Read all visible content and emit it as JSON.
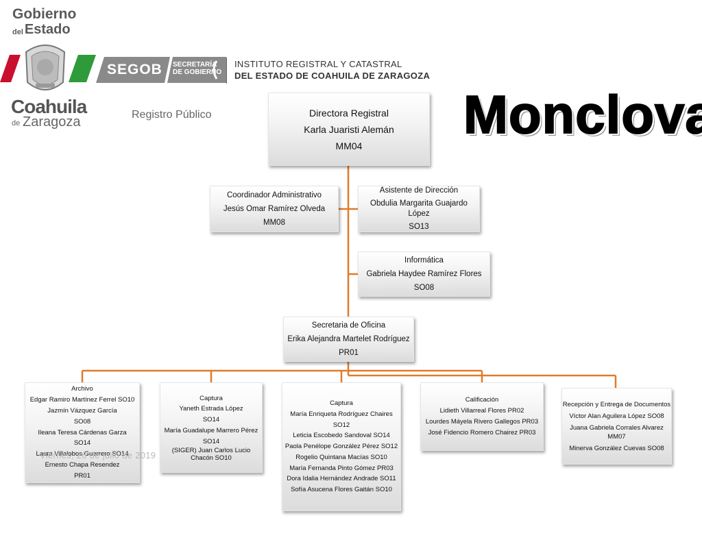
{
  "header": {
    "gobierno": "Gobierno",
    "del": "del",
    "estado": "Estado",
    "coahuila": "Coahuila",
    "de": "de",
    "zaragoza": "Zaragoza",
    "segob": "SEGOB",
    "secretaria_line1": "SECRETARÍA",
    "secretaria_line2": "DE GOBIERNO",
    "instituto_line1": "INSTITUTO REGISTRAL Y CATASTRAL",
    "instituto_line2": "DEL ESTADO DE COAHUILA DE ZARAGOZA",
    "registro_publico": "Registro Público",
    "city": "Monclova"
  },
  "colors": {
    "connector": "#e07b2a",
    "green": "#2f9a3a",
    "red": "#c8102e",
    "gray": "#8a8a8a"
  },
  "org": {
    "director": {
      "title": "Directora Registral",
      "name": "Karla Juaristi Alemán",
      "code": "MM04"
    },
    "coordinador": {
      "title": "Coordinador Administrativo",
      "name": "Jesús Omar Ramírez Olveda",
      "code": "MM08"
    },
    "asistente": {
      "title": "Asistente de Dirección",
      "name": "Obdulia Margarita Guajardo López",
      "code": "SO13"
    },
    "informatica": {
      "title": "Informática",
      "name": "Gabriela Haydee Ramírez Flores",
      "code": "SO08"
    },
    "secretaria": {
      "title": "Secretaria de Oficina",
      "name": "Erika Alejandra Martelet Rodríguez",
      "code": "PR01"
    },
    "archivo": {
      "lines": [
        "Archivo",
        "Edgar Ramiro Martínez Ferrel SO10",
        "Jazmín Vázquez García",
        "SO08",
        "Ileana Teresa Cárdenas Garza",
        "SO14",
        "Laura Villalobos Guerrero SO14",
        "Ernesto Chapa Resendez",
        "PR01"
      ]
    },
    "captura1": {
      "lines": [
        "Captura",
        "Yaneth Estrada López",
        "SO14",
        "María Guadalupe Marrero Pérez",
        "SO14",
        "(SIGER) Juan Carlos Lucio Chacón SO10"
      ]
    },
    "captura2": {
      "lines": [
        "Captura",
        "María Enriqueta Rodríguez Chaires SO12",
        "Leticia Escobedo Sandoval  SO14",
        "Paola Penélope González Pérez SO12",
        "Rogelio Quintana Macías  SO10",
        "María Fernanda Pinto Gómez PR03",
        "Dora Idalia Hernández Andrade SO11",
        "Sofía Asucena Flores Gaitán SO10"
      ]
    },
    "calificacion": {
      "lines": [
        "Calificación",
        "Lidieth Villarreal Flores PR02",
        "Lourdes Máyela Rivero Gallegos PR03",
        "José Fidencio Romero Chairez PR03"
      ]
    },
    "recepcion": {
      "lines": [
        "Recepción y Entrega de Documentos",
        "Víctor Alan Aguilera López SO08",
        "Juana Gabriela Corrales Alvarez MM07",
        "Minerva González Cuevas SO08"
      ]
    }
  },
  "footer": {
    "date": "Viernes, 26 de julio de 2019"
  }
}
